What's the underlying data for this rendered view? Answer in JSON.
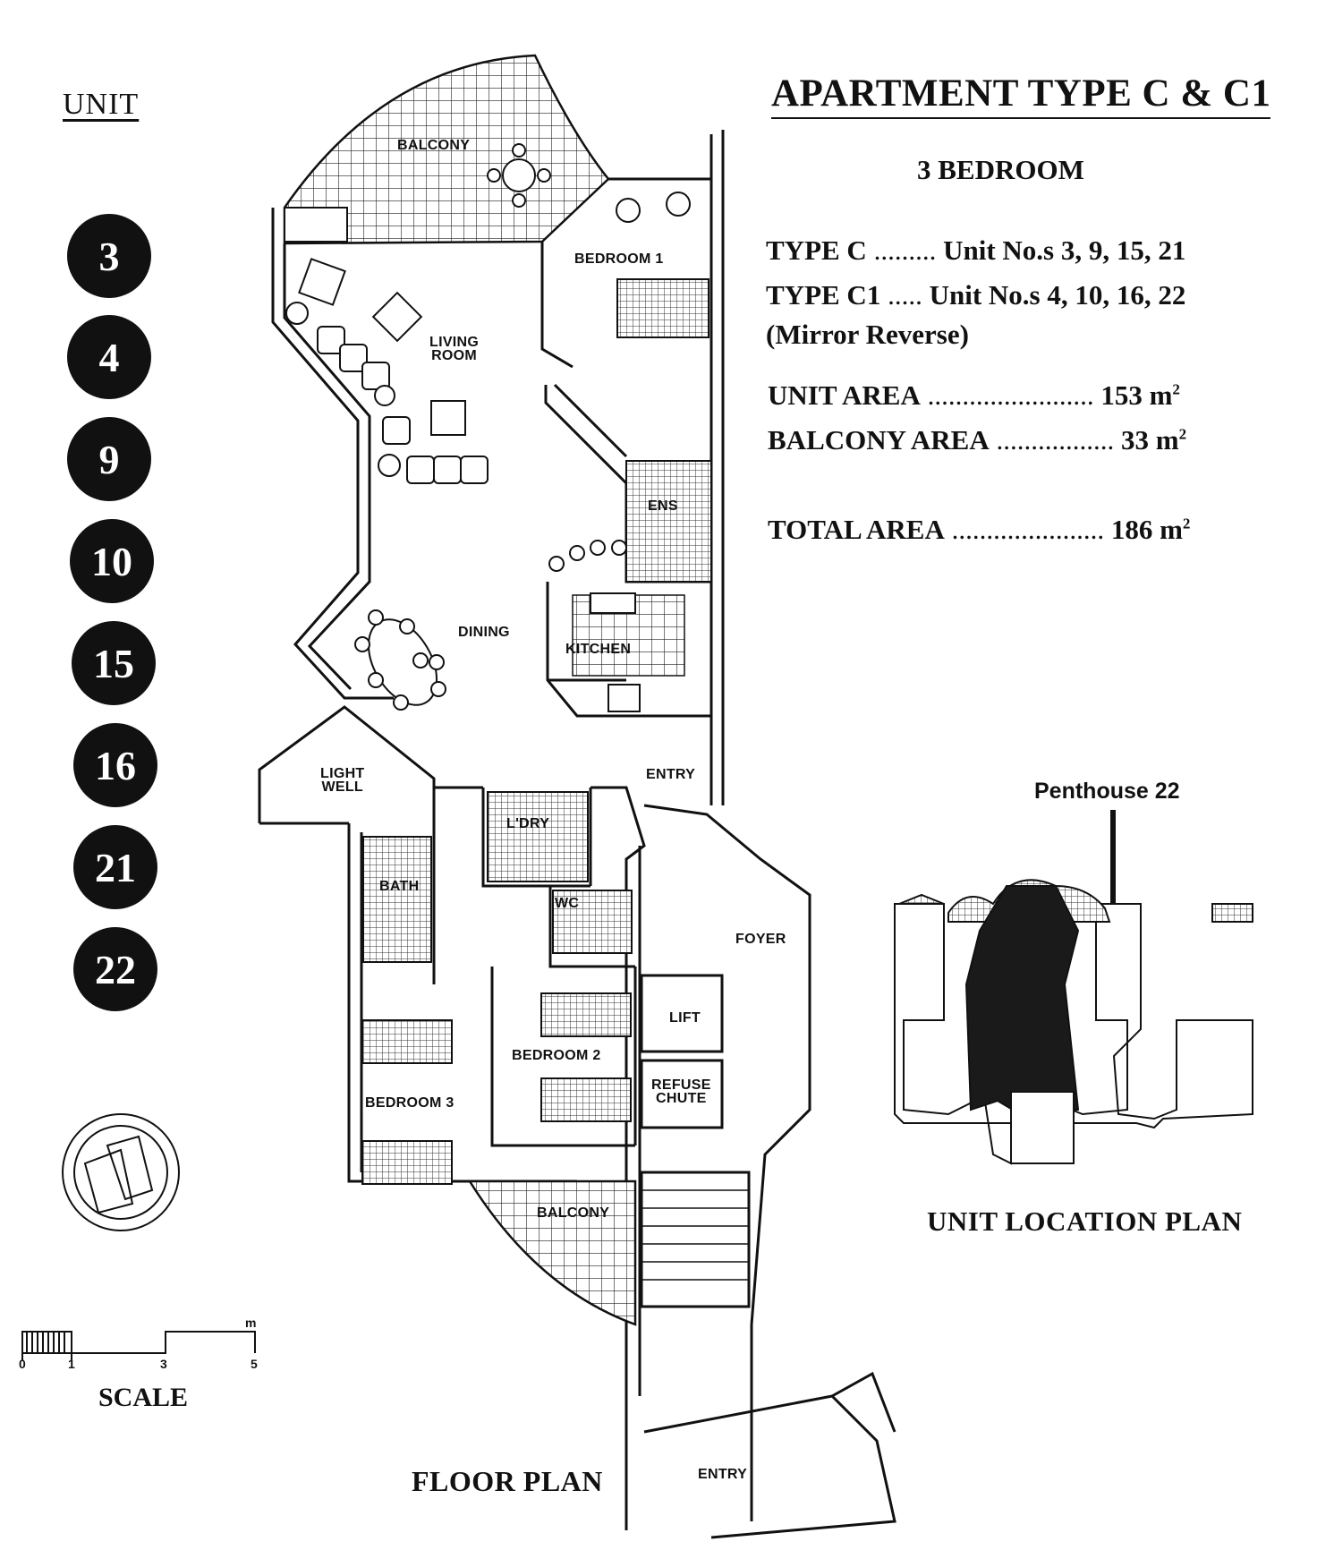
{
  "unit_panel": {
    "heading": "UNIT",
    "units": [
      "3",
      "4",
      "9",
      "10",
      "15",
      "16",
      "21",
      "22"
    ]
  },
  "header": {
    "title": "APARTMENT TYPE C & C1",
    "bedrooms": "3 BEDROOM"
  },
  "types": [
    {
      "label": "TYPE C",
      "dots": " ......... ",
      "units": "Unit No.s 3, 9, 15, 21"
    },
    {
      "label": "TYPE C1",
      "dots": " ..... ",
      "units": "Unit No.s 4, 10, 16, 22"
    }
  ],
  "mirror_note": "(Mirror Reverse)",
  "areas": [
    {
      "label": "UNIT AREA",
      "dots": " ........................ ",
      "value": "153 m",
      "sup": "2"
    },
    {
      "label": "BALCONY AREA",
      "dots": " ................. ",
      "value": "33 m",
      "sup": "2"
    },
    {
      "label": "TOTAL AREA",
      "dots": " ...................... ",
      "value": "186 m",
      "sup": "2"
    }
  ],
  "rooms": {
    "balcony_top": "BALCONY",
    "bedroom1": "BEDROOM 1",
    "living": "LIVING\nROOM",
    "ens": "ENS",
    "dining": "DINING",
    "kitchen": "KITCHEN",
    "light_well": "LIGHT\nWELL",
    "entry": "ENTRY",
    "ldry": "L'DRY",
    "bath": "BATH",
    "wc": "WC",
    "foyer": "FOYER",
    "lift": "LIFT",
    "bedroom2": "BEDROOM 2",
    "refuse_chute": "REFUSE\nCHUTE",
    "bedroom3": "BEDROOM 3",
    "balcony_bottom": "BALCONY",
    "entry_bottom": "ENTRY"
  },
  "location_plan": {
    "title": "UNIT LOCATION PLAN",
    "callout": "Penthouse 22"
  },
  "scale": {
    "label": "SCALE",
    "ticks": [
      "0",
      "1",
      "3",
      "5"
    ],
    "unit": "m"
  },
  "floor_plan_label": "FLOOR PLAN"
}
